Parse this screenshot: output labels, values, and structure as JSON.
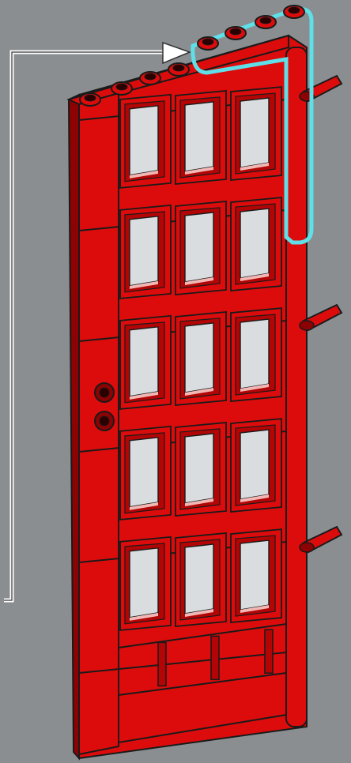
{
  "scene": {
    "background_color": "#8a8e91",
    "brick_color": "#dd0c0c",
    "brick_shade": "#b30505",
    "brick_dark": "#8d0202",
    "outline_color": "#1a1a1a",
    "window_glass": "#d9dde0",
    "window_sill": "#f2b7b4",
    "highlight_outline": "#5fe0e8",
    "callout_color": "#ffffff",
    "callout_arrow_icon": "arrow-right-icon",
    "window_grid": {
      "rows": 5,
      "columns": 3
    },
    "hinge_pins": 3,
    "side_studs": 2
  }
}
